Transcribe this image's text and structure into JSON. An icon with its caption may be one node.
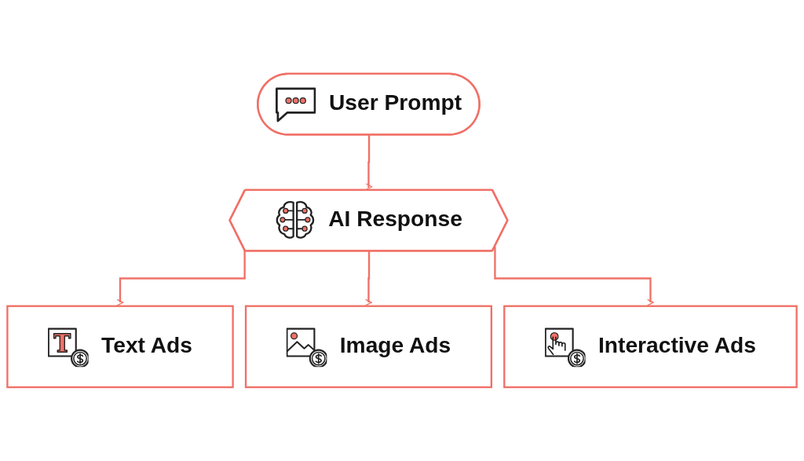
{
  "diagram": {
    "nodes": [
      {
        "text": [
          "User Prompt"
        ]
      },
      {
        "text": [
          "AI Response"
        ]
      },
      {
        "text": [
          "Text Ads"
        ]
      },
      {
        "text": [
          "Image Ads"
        ]
      },
      {
        "text": [
          "Interactive Ads"
        ]
      }
    ],
    "edges": [
      {
        "from": 0,
        "to": 1,
        "arrow": "to"
      },
      {
        "from": 1,
        "to": 2,
        "arrow": "to"
      },
      {
        "from": 1,
        "to": 3,
        "arrow": "to"
      },
      {
        "from": 1,
        "to": 4,
        "arrow": "to"
      }
    ]
  }
}
